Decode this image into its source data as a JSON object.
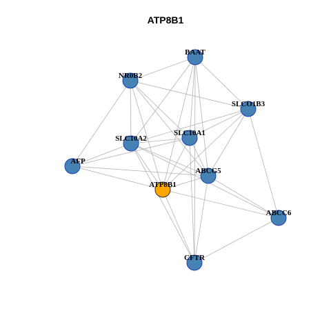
{
  "title": "ATP8B1",
  "colors": {
    "node_default": "#4682B4",
    "node_focus": "#FFA500",
    "node_border": "#1C3FB5",
    "node_focus_border": "#333333",
    "edge": "#B3B3B3"
  },
  "nodes": [
    {
      "id": "BAAT",
      "label": "BAAT",
      "focus": false
    },
    {
      "id": "NR0B2",
      "label": "NR0B2",
      "focus": false
    },
    {
      "id": "SLCO1B3",
      "label": "SLCO1B3",
      "focus": false
    },
    {
      "id": "SLC10A2",
      "label": "SLC10A2",
      "focus": false
    },
    {
      "id": "SLC10A1",
      "label": "SLC10A1",
      "focus": false
    },
    {
      "id": "AFP",
      "label": "AFP",
      "focus": false
    },
    {
      "id": "ABCG5",
      "label": "ABCG5",
      "focus": false
    },
    {
      "id": "ATP8B1",
      "label": "ATP8B1",
      "focus": true
    },
    {
      "id": "ABCC6",
      "label": "ABCC6",
      "focus": false
    },
    {
      "id": "CFTR",
      "label": "CFTR",
      "focus": false
    }
  ],
  "edges": [
    [
      "BAAT",
      "NR0B2"
    ],
    [
      "BAAT",
      "SLC10A2"
    ],
    [
      "BAAT",
      "SLC10A1"
    ],
    [
      "BAAT",
      "ABCG5"
    ],
    [
      "BAAT",
      "ATP8B1"
    ],
    [
      "BAAT",
      "CFTR"
    ],
    [
      "BAAT",
      "SLCO1B3"
    ],
    [
      "NR0B2",
      "SLCO1B3"
    ],
    [
      "NR0B2",
      "SLC10A2"
    ],
    [
      "NR0B2",
      "SLC10A1"
    ],
    [
      "NR0B2",
      "AFP"
    ],
    [
      "NR0B2",
      "ABCG5"
    ],
    [
      "NR0B2",
      "ATP8B1"
    ],
    [
      "SLCO1B3",
      "SLC10A1"
    ],
    [
      "SLCO1B3",
      "SLC10A2"
    ],
    [
      "SLCO1B3",
      "ABCG5"
    ],
    [
      "SLCO1B3",
      "ATP8B1"
    ],
    [
      "SLCO1B3",
      "ABCC6"
    ],
    [
      "SLC10A2",
      "SLC10A1"
    ],
    [
      "SLC10A2",
      "AFP"
    ],
    [
      "SLC10A2",
      "ATP8B1"
    ],
    [
      "SLC10A2",
      "ABCG5"
    ],
    [
      "SLC10A2",
      "CFTR"
    ],
    [
      "SLC10A2",
      "ABCC6"
    ],
    [
      "SLC10A1",
      "AFP"
    ],
    [
      "SLC10A1",
      "ABCG5"
    ],
    [
      "SLC10A1",
      "ATP8B1"
    ],
    [
      "SLC10A1",
      "CFTR"
    ],
    [
      "AFP",
      "ABCG5"
    ],
    [
      "AFP",
      "ATP8B1"
    ],
    [
      "ABCG5",
      "ATP8B1"
    ],
    [
      "ABCG5",
      "CFTR"
    ],
    [
      "ABCG5",
      "ABCC6"
    ],
    [
      "ATP8B1",
      "ABCC6"
    ],
    [
      "ATP8B1",
      "CFTR"
    ],
    [
      "ABCC6",
      "CFTR"
    ]
  ]
}
